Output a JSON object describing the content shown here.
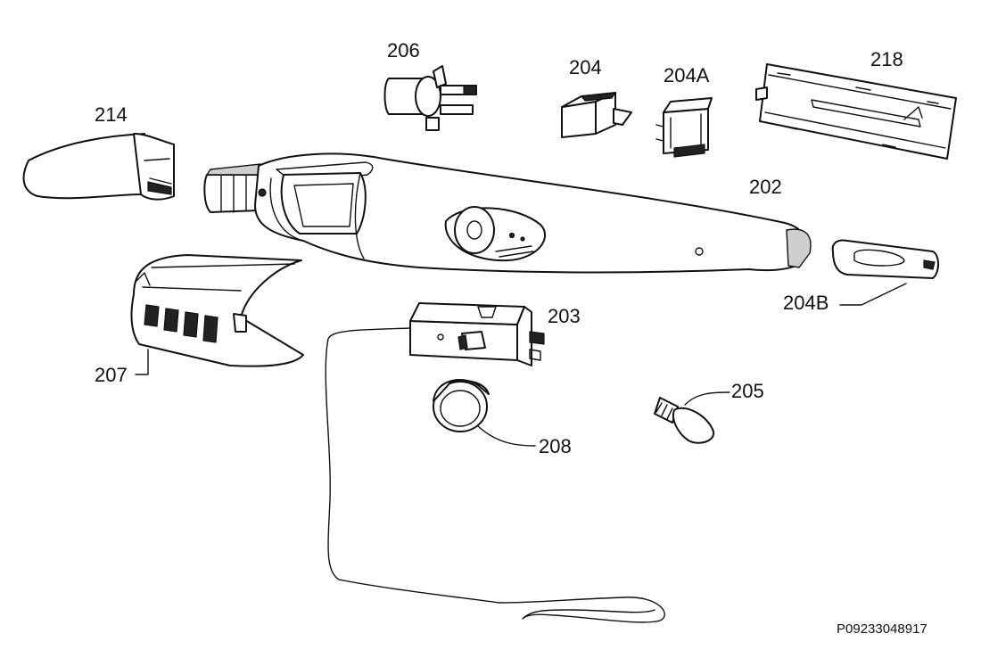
{
  "labels": {
    "p202": "202",
    "p203": "203",
    "p204": "204",
    "p204A": "204A",
    "p204B": "204B",
    "p205": "205",
    "p206": "206",
    "p207": "207",
    "p208": "208",
    "p214": "214",
    "p218": "218"
  },
  "diagram_code": "P09233048917"
}
